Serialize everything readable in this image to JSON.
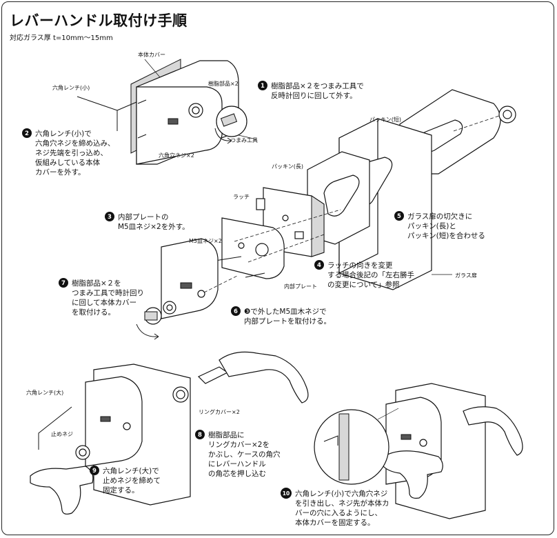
{
  "title": "レバーハンドル取付け手順",
  "subtitle": "対応ガラス厚 t=10mm～15mm",
  "labels": {
    "hon_cover": "本体カバー",
    "hex_small": "六角レンチ(小)",
    "resin_parts": "樹脂部品×2",
    "hex_screw": "六角穴ネジ×2",
    "knob_tool": "つまみ工具",
    "packing_short": "パッキン(短)",
    "packing_long": "パッキン(長)",
    "latch": "ラッチ",
    "m5_screw": "M5皿ネジ×2",
    "inner_plate": "内部プレート",
    "glass_door": "ガラス扉",
    "hex_large": "六角レンチ(大)",
    "set_screw": "止めネジ",
    "ring_cover": "リングカバー×2"
  },
  "steps": [
    {
      "num": "1",
      "lines": [
        "樹脂部品×２をつまみ工具で",
        "反時計回りに回して外す。"
      ]
    },
    {
      "num": "2",
      "lines": [
        "六角レンチ(小)で",
        "六角穴ネジを締め込み、",
        "ネジ先端を引っ込め、",
        "仮組みしている本体",
        "カバーを外す。"
      ]
    },
    {
      "num": "3",
      "lines": [
        "内部プレートの",
        "M5皿ネジ×2を外す。"
      ]
    },
    {
      "num": "4",
      "lines": [
        "ラッチの向きを変更",
        "する場合後記の「左右勝手",
        "の変更について」参照"
      ]
    },
    {
      "num": "5",
      "lines": [
        "ガラス扉の切欠きに",
        "パッキン(長)と",
        "パッキン(短)を合わせる"
      ]
    },
    {
      "num": "6",
      "lines": [
        "❸で外したM5皿木ネジで",
        "内部プレートを取付ける。"
      ]
    },
    {
      "num": "7",
      "lines": [
        "樹脂部品×２を",
        "つまみ工具で時計回り",
        "に回して本体カバー",
        "を取付ける。"
      ]
    },
    {
      "num": "8",
      "lines": [
        "樹脂部品に",
        "リングカバー×2を",
        "かぶし、ケースの角穴",
        "にレバーハンドル",
        "の角芯を押し込む"
      ]
    },
    {
      "num": "9",
      "lines": [
        "六角レンチ(大)で",
        "止めネジを締めて",
        "固定する。"
      ]
    },
    {
      "num": "10",
      "lines": [
        "六角レンチ(小)で六角穴ネジ",
        "を引き出し、ネジ先が本体カ",
        "バーの穴に入るようにし、",
        "本体カバーを固定する。"
      ]
    }
  ]
}
